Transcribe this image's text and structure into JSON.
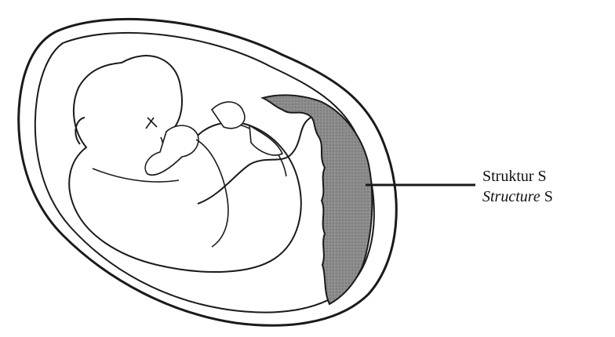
{
  "diagram": {
    "label_malay": "Struktur S",
    "label_english_italic": "Structure",
    "label_english_suffix": " S"
  }
}
